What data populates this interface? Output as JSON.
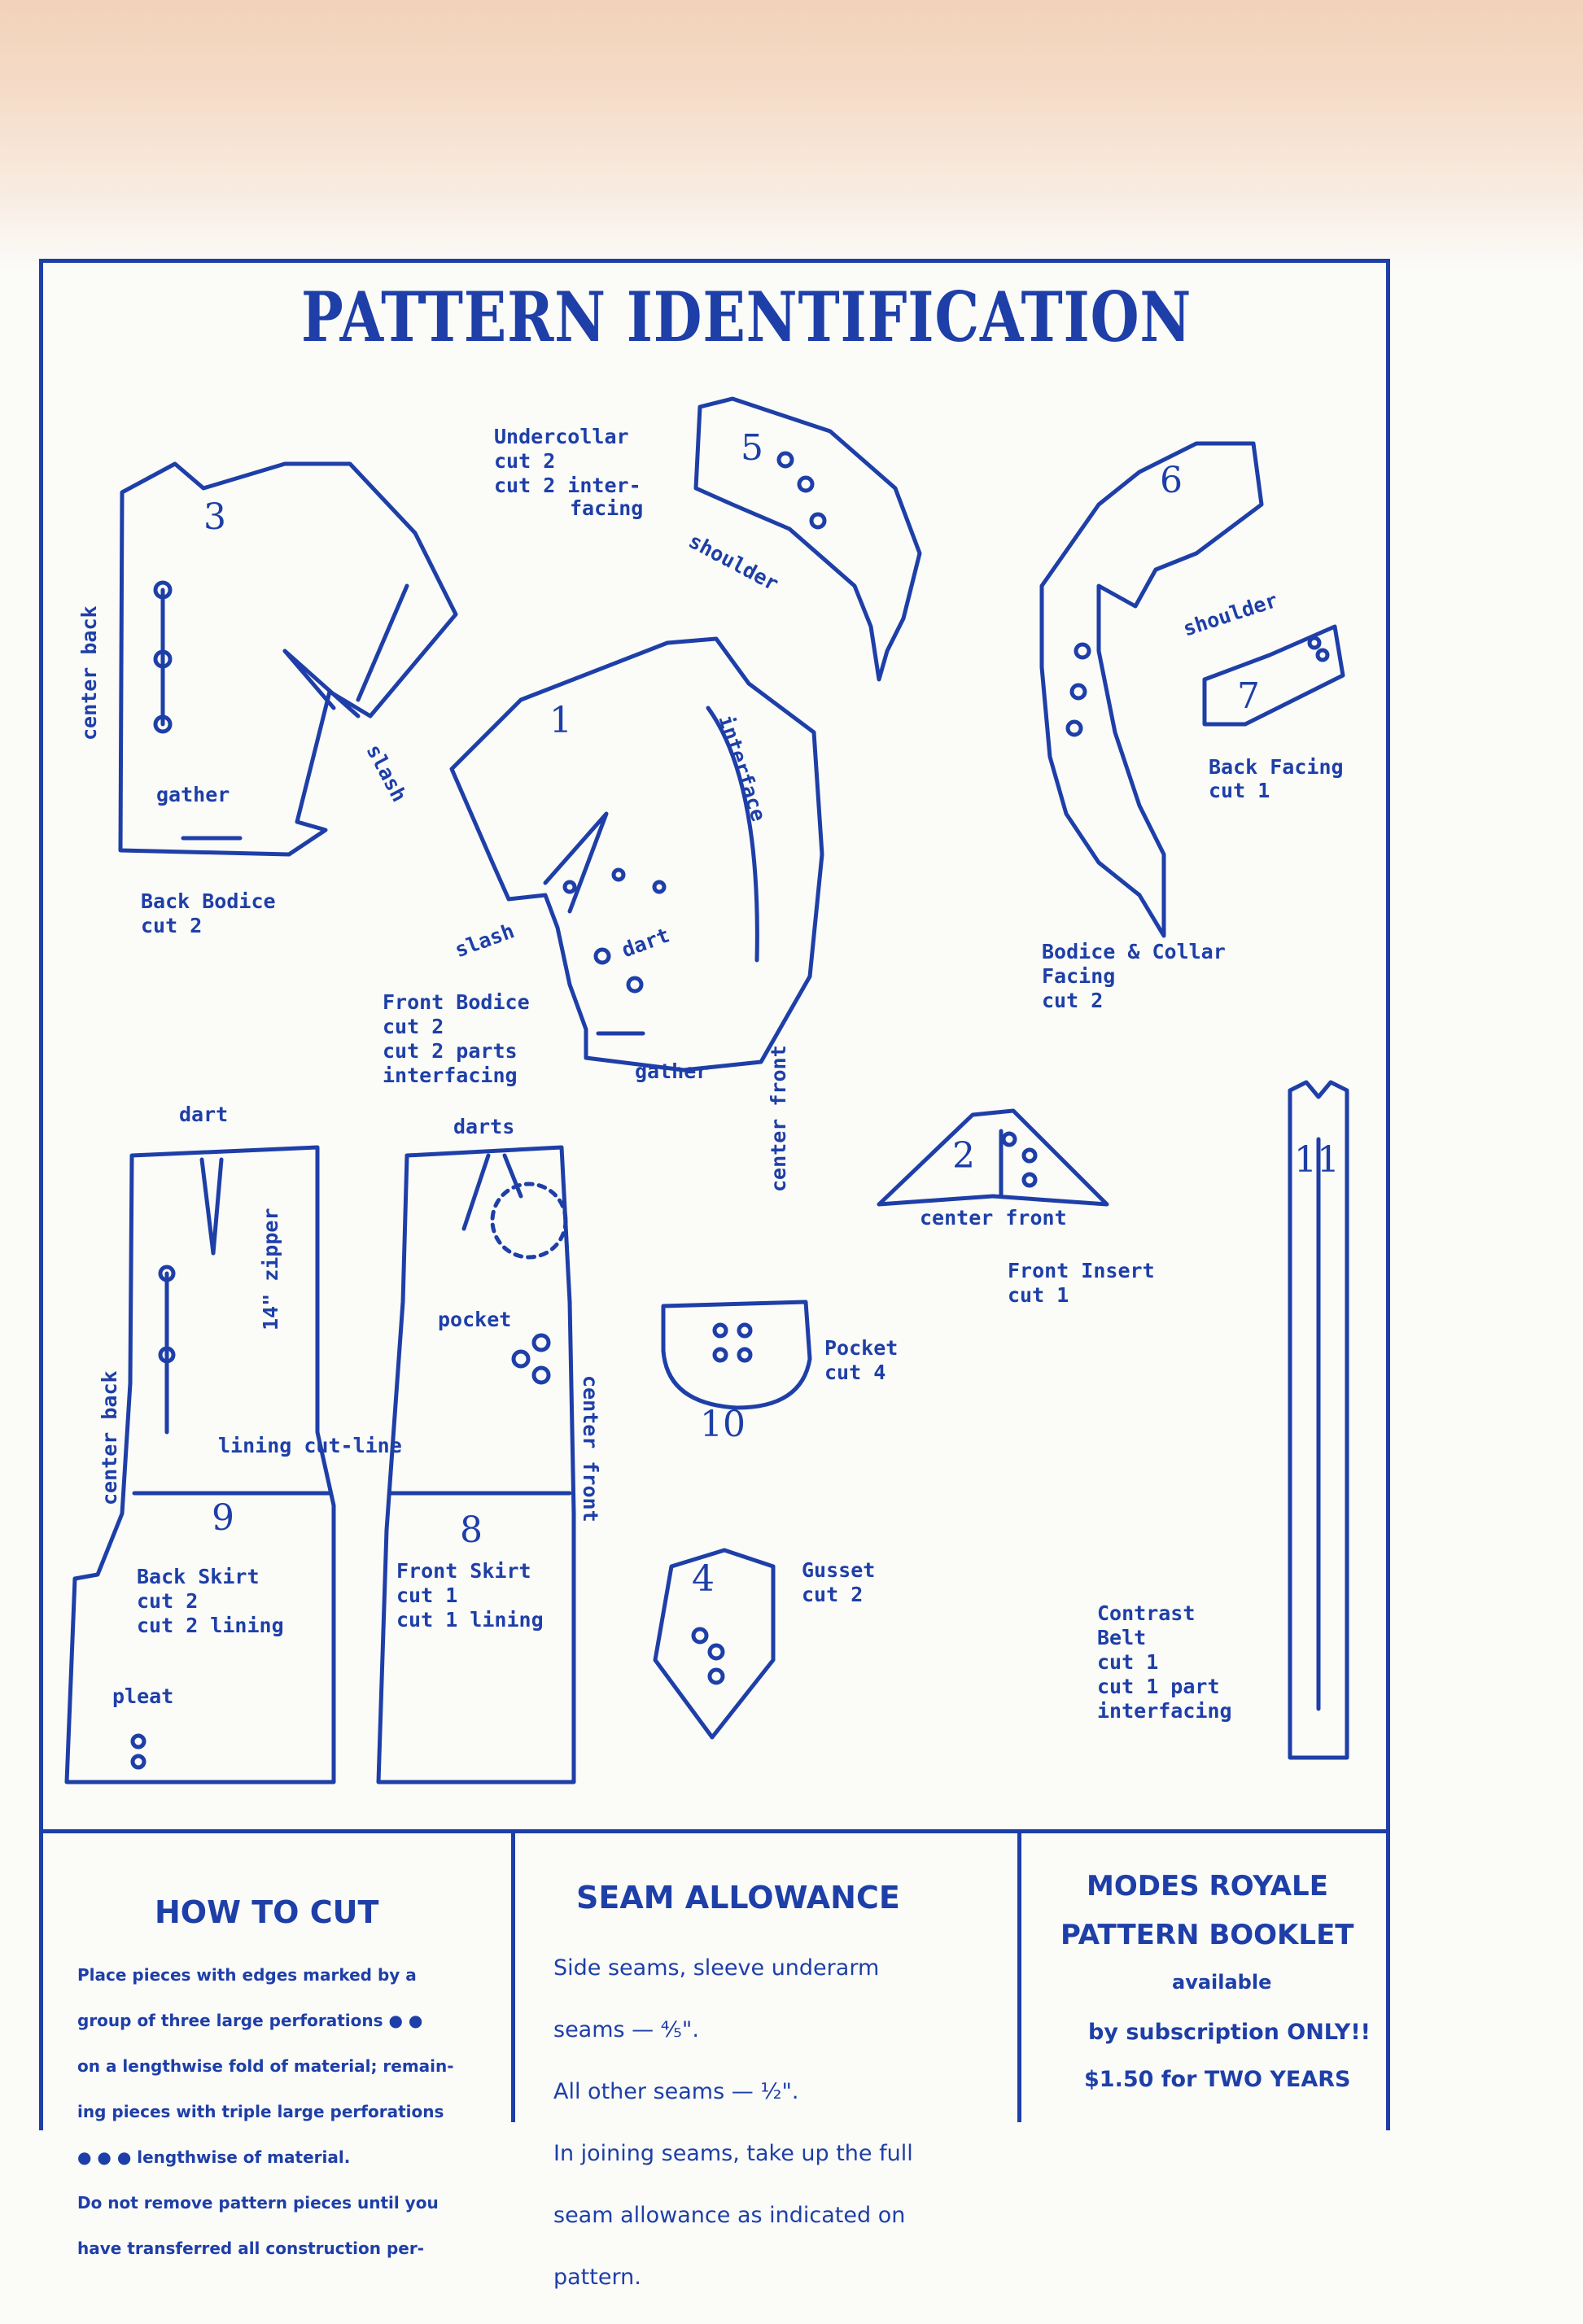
{
  "title": "PATTERN IDENTIFICATION",
  "pieces": {
    "back_bodice": {
      "number": "3",
      "name": "Back Bodice",
      "cut": "cut 2",
      "marks": [
        "center back",
        "gather",
        "slash"
      ]
    },
    "front_bodice": {
      "number": "1",
      "name": "Front Bodice",
      "cut": "cut 2",
      "cut_extra": "cut 2 parts",
      "cut_extra2": "interfacing",
      "marks": [
        "slash",
        "dart",
        "interface",
        "gather",
        "center front"
      ]
    },
    "undercollar": {
      "number": "5",
      "name": "Undercollar",
      "cut": "cut 2",
      "cut_extra": "cut 2 inter-",
      "cut_extra2": "facing",
      "marks": [
        "shoulder"
      ]
    },
    "bodice_collar_facing": {
      "number": "6",
      "name": "Bodice & Collar",
      "name2": "Facing",
      "cut": "cut 2",
      "marks": [
        "shoulder"
      ]
    },
    "back_facing": {
      "number": "7",
      "name": "Back Facing",
      "cut": "cut 1"
    },
    "front_insert": {
      "number": "2",
      "name": "Front Insert",
      "cut": "cut 1",
      "marks": [
        "center front"
      ]
    },
    "back_skirt": {
      "number": "9",
      "name": "Back Skirt",
      "cut": "cut 2",
      "cut_extra": "cut 2 lining",
      "marks": [
        "dart",
        "14\" zipper",
        "center back",
        "lining cut-line",
        "pleat"
      ]
    },
    "front_skirt": {
      "number": "8",
      "name": "Front Skirt",
      "cut": "cut 1",
      "cut_extra": "cut 1 lining",
      "marks": [
        "darts",
        "pocket",
        "center front"
      ]
    },
    "pocket": {
      "number": "10",
      "name": "Pocket",
      "cut": "cut 4"
    },
    "gusset": {
      "number": "4",
      "name": "Gusset",
      "cut": "cut 2"
    },
    "contrast_belt": {
      "number": "11",
      "name": "Contrast",
      "name2": "Belt",
      "cut": "cut 1",
      "cut_extra": "cut 1 part",
      "cut_extra2": "interfacing"
    }
  },
  "how_to_cut": {
    "heading": "HOW TO CUT",
    "lines": [
      "Place pieces with edges marked by a",
      "group of three large perforations ● ●",
      "on a lengthwise fold of material; remain-",
      "ing pieces with triple large perforations",
      "● ● ● lengthwise of material.",
      "Do not remove pattern pieces until you",
      "have transferred all construction per-"
    ]
  },
  "seam_allowance": {
    "heading": "SEAM ALLOWANCE",
    "lines": [
      "Side seams, sleeve underarm",
      "seams — ⅘\".",
      "All other seams — ½\".",
      "In joining seams, take up the full",
      "seam allowance as indicated on",
      "pattern."
    ]
  },
  "booklet": {
    "line1": "MODES ROYALE",
    "line2": "PATTERN BOOKLET",
    "line3": "available",
    "line4": "by subscription ONLY!!",
    "line5": "$1.50 for TWO YEARS"
  },
  "colors": {
    "ink": "#1e3fa8",
    "paper": "#fbfbf8",
    "stain": "#f2d2b9"
  }
}
